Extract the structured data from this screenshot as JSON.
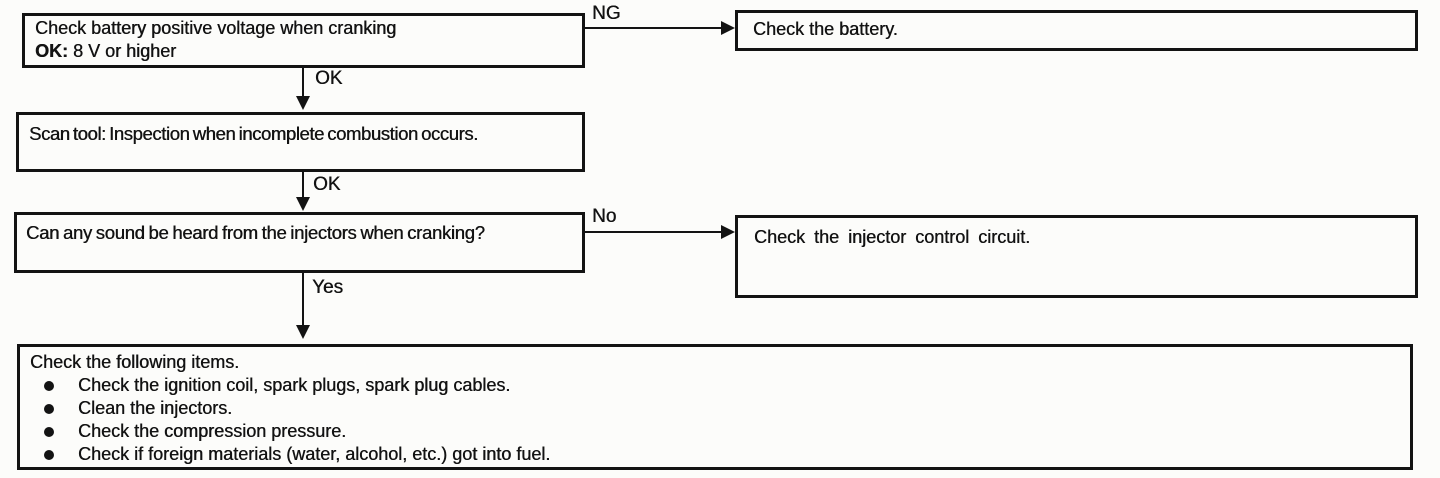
{
  "page": {
    "background": "#fcfcfa",
    "ink": "#131313"
  },
  "flowchart": {
    "nodes": {
      "battery_voltage": {
        "line1": "Check battery positive voltage when cranking",
        "ok_prefix": "OK:",
        "ok_value": "8 V or higher"
      },
      "check_battery": {
        "text": "Check the battery."
      },
      "scan_tool": {
        "text": "Scan tool: Inspection when incomplete combustion occurs."
      },
      "injector_sound": {
        "text": "Can any sound be heard from the injectors when cranking?"
      },
      "injector_circuit": {
        "text": "Check the injector control circuit."
      },
      "final_checks": {
        "title": "Check the following items.",
        "items": [
          "Check the ignition coil, spark plugs, spark plug cables.",
          "Clean the injectors.",
          "Check the compression pressure.",
          "Check if foreign materials (water, alcohol, etc.) got into fuel."
        ]
      }
    },
    "edge_labels": {
      "ng": "NG",
      "ok1": "OK",
      "ok2": "OK",
      "no": "No",
      "yes": "Yes"
    }
  }
}
